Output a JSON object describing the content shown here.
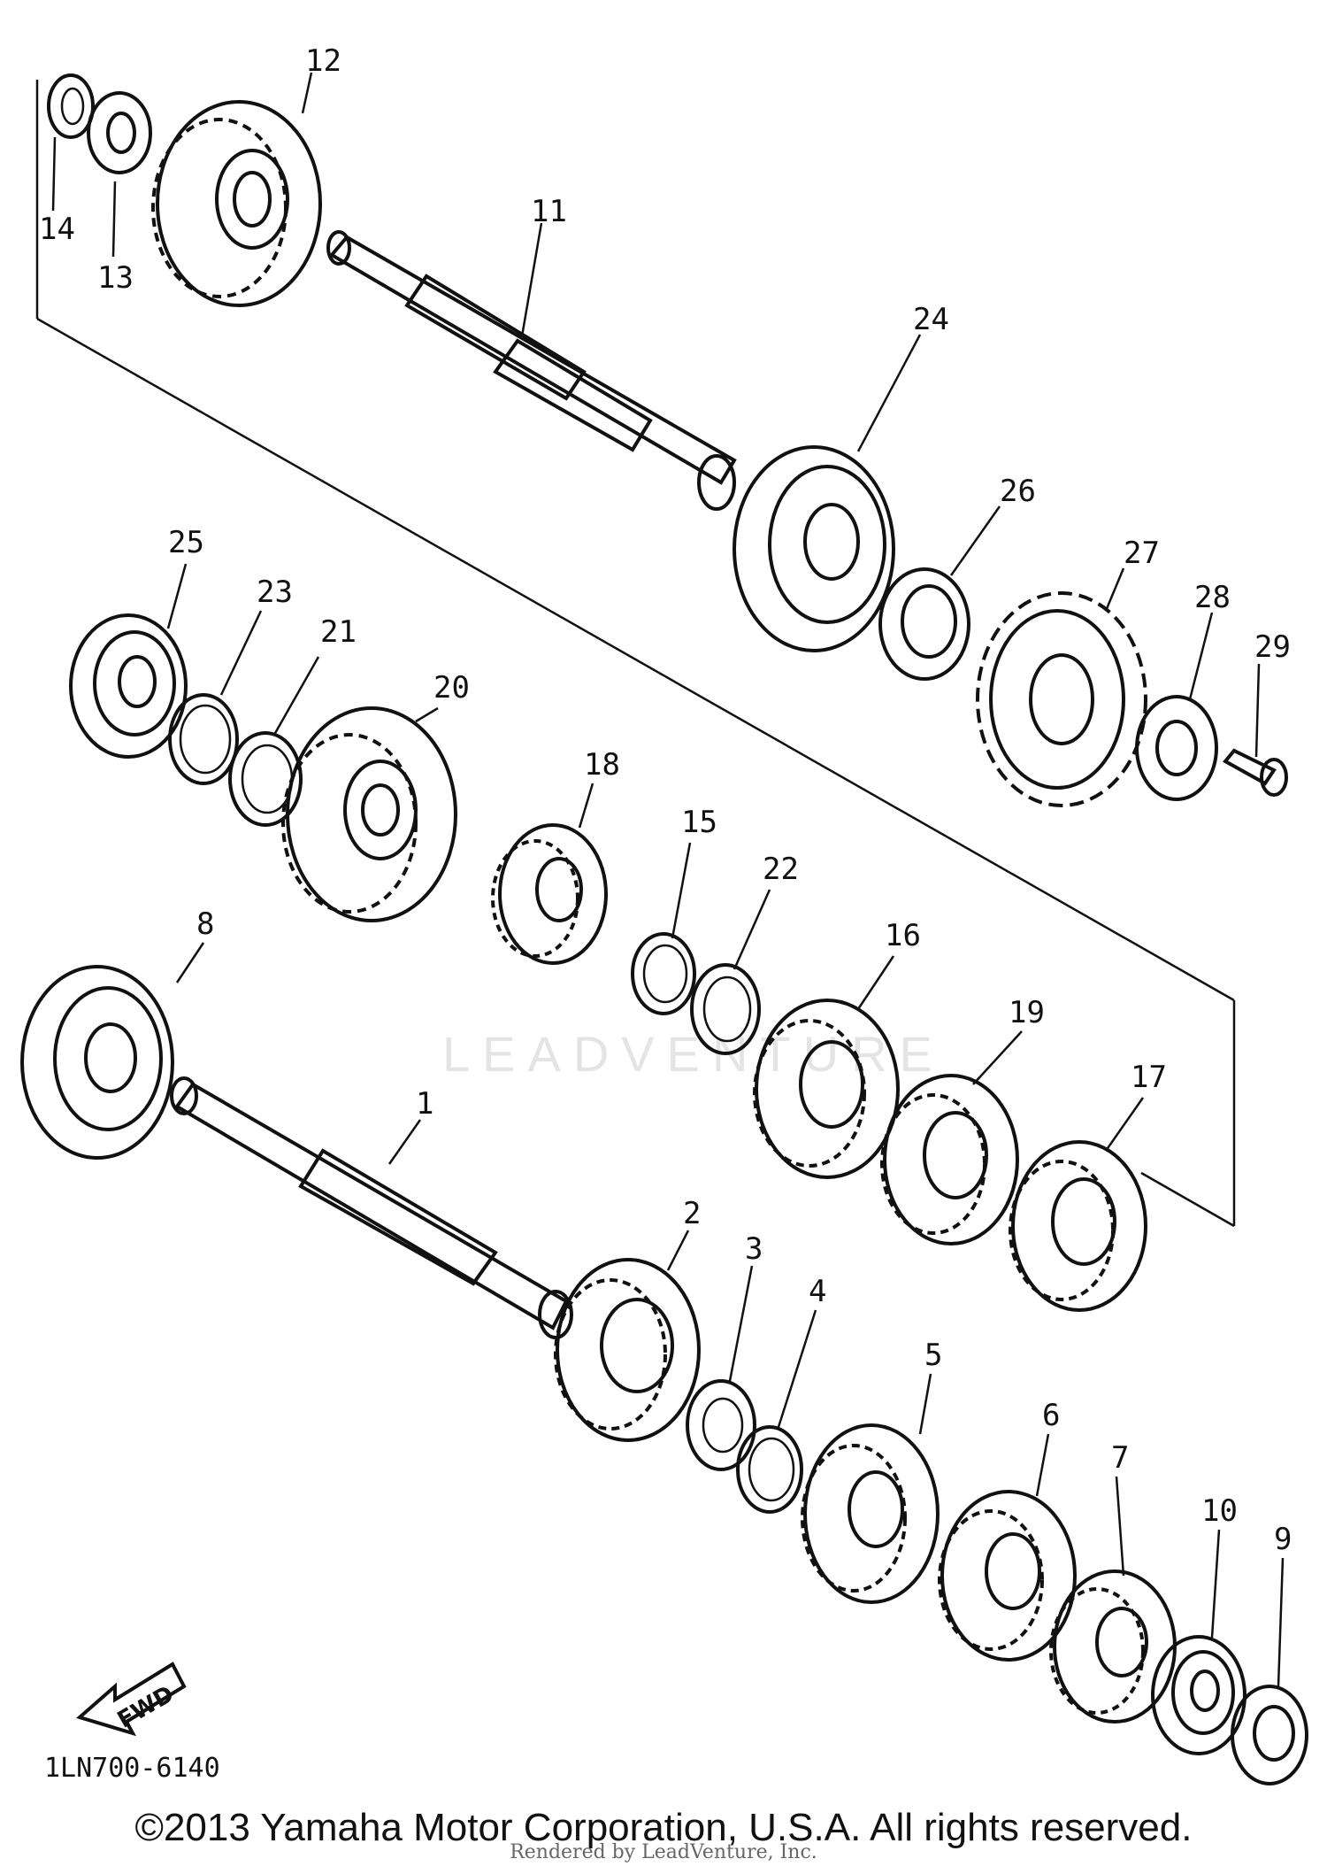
{
  "diagram": {
    "parts": [
      {
        "id": "1",
        "label": "1"
      },
      {
        "id": "2",
        "label": "2"
      },
      {
        "id": "3",
        "label": "3"
      },
      {
        "id": "4",
        "label": "4"
      },
      {
        "id": "5",
        "label": "5"
      },
      {
        "id": "6",
        "label": "6"
      },
      {
        "id": "7",
        "label": "7"
      },
      {
        "id": "8",
        "label": "8"
      },
      {
        "id": "9",
        "label": "9"
      },
      {
        "id": "10",
        "label": "10"
      },
      {
        "id": "11",
        "label": "11"
      },
      {
        "id": "12",
        "label": "12"
      },
      {
        "id": "13",
        "label": "13"
      },
      {
        "id": "14",
        "label": "14"
      },
      {
        "id": "15",
        "label": "15"
      },
      {
        "id": "16",
        "label": "16"
      },
      {
        "id": "17",
        "label": "17"
      },
      {
        "id": "18",
        "label": "18"
      },
      {
        "id": "19",
        "label": "19"
      },
      {
        "id": "20",
        "label": "20"
      },
      {
        "id": "21",
        "label": "21"
      },
      {
        "id": "22",
        "label": "22"
      },
      {
        "id": "23",
        "label": "23"
      },
      {
        "id": "24",
        "label": "24"
      },
      {
        "id": "25",
        "label": "25"
      },
      {
        "id": "26",
        "label": "26"
      },
      {
        "id": "27",
        "label": "27"
      },
      {
        "id": "28",
        "label": "28"
      },
      {
        "id": "29",
        "label": "29"
      }
    ],
    "fwd_label": "FWD",
    "part_number": "1LN700-6140",
    "watermark": "LEADVENTURE"
  },
  "footer": {
    "copyright": "©2013 Yamaha Motor Corporation, U.S.A. All rights reserved.",
    "rendered_by": "Rendered by LeadVenture, Inc."
  }
}
